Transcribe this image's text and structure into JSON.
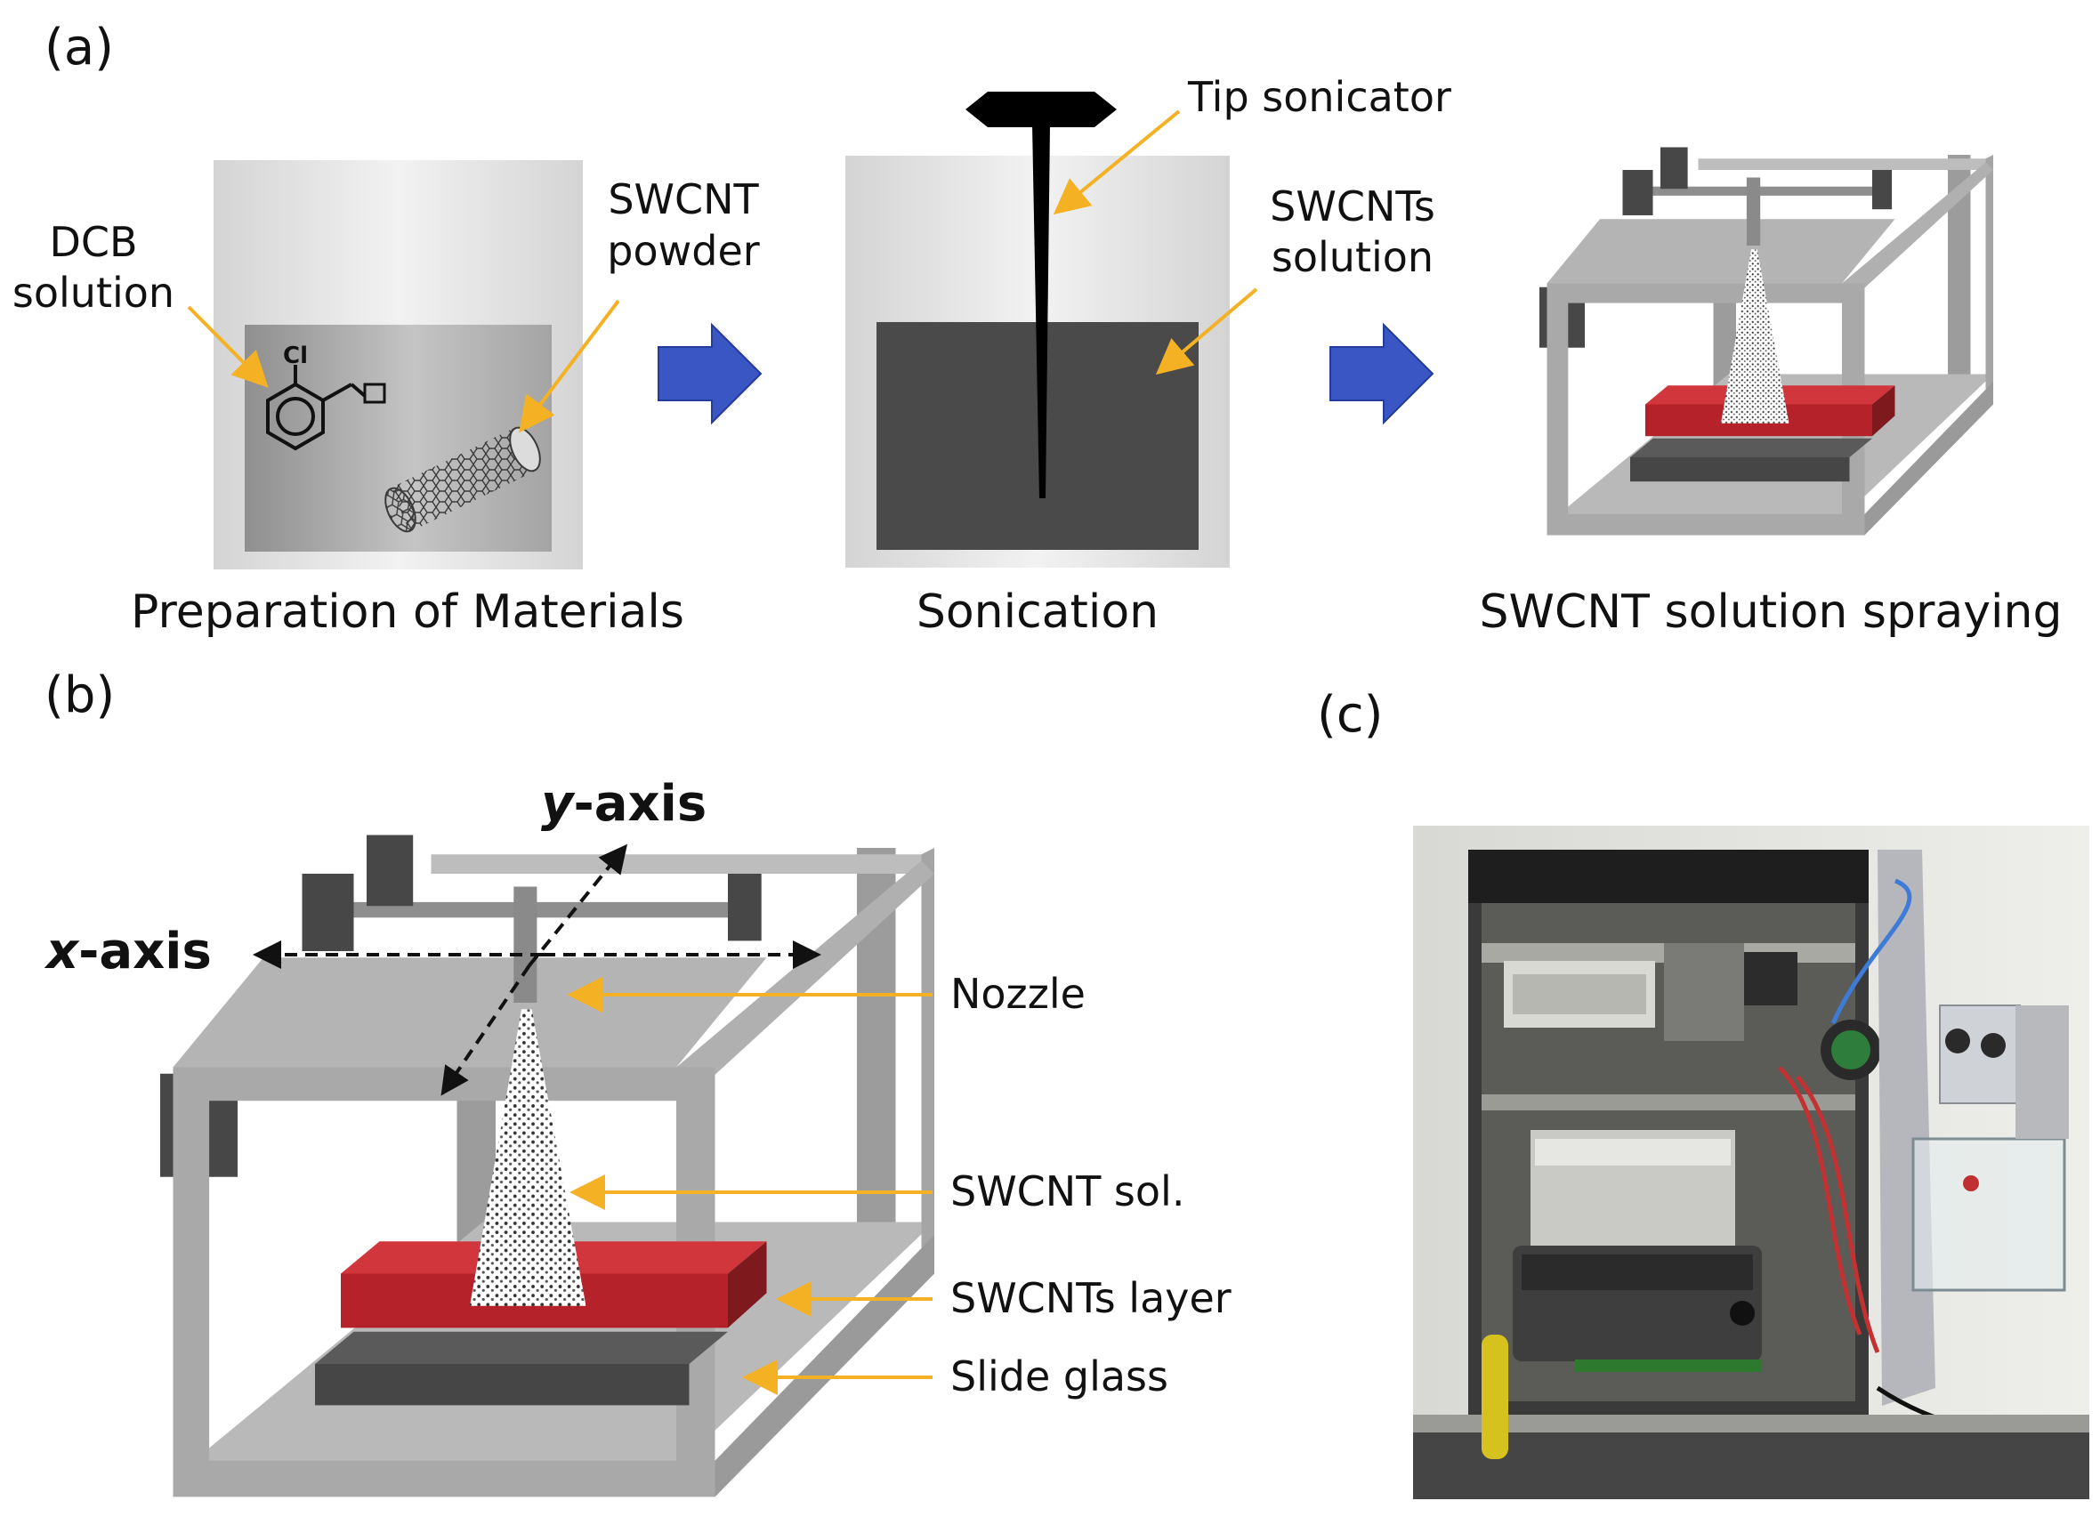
{
  "panels": {
    "a": {
      "label": "(a)",
      "dcb_line1": "DCB",
      "dcb_line2": "solution",
      "powder_line1": "SWCNT",
      "powder_line2": "powder",
      "chem_cl": "Cl",
      "tip_sonicator": "Tip sonicator",
      "solution_line1": "SWCNTs",
      "solution_line2": "solution",
      "caption_preparation": "Preparation of Materials",
      "caption_sonication": "Sonication",
      "caption_spraying": "SWCNT solution spraying"
    },
    "b": {
      "label": "(b)",
      "y_axis_var": "y",
      "y_axis_rest": "-axis",
      "x_axis_var": "x",
      "x_axis_rest": "-axis",
      "nozzle": "Nozzle",
      "sol": "SWCNT sol.",
      "layer": "SWCNTs layer",
      "glass": "Slide glass"
    },
    "c": {
      "label": "(c)"
    }
  },
  "colors": {
    "arrow_blue": "#3a55c4",
    "callout_orange": "#f4b124",
    "frame_gray": "#a9a9a9",
    "block_dark": "#474747",
    "substrate_red": "#c0262b",
    "solution_dark": "#4a4a4a"
  }
}
